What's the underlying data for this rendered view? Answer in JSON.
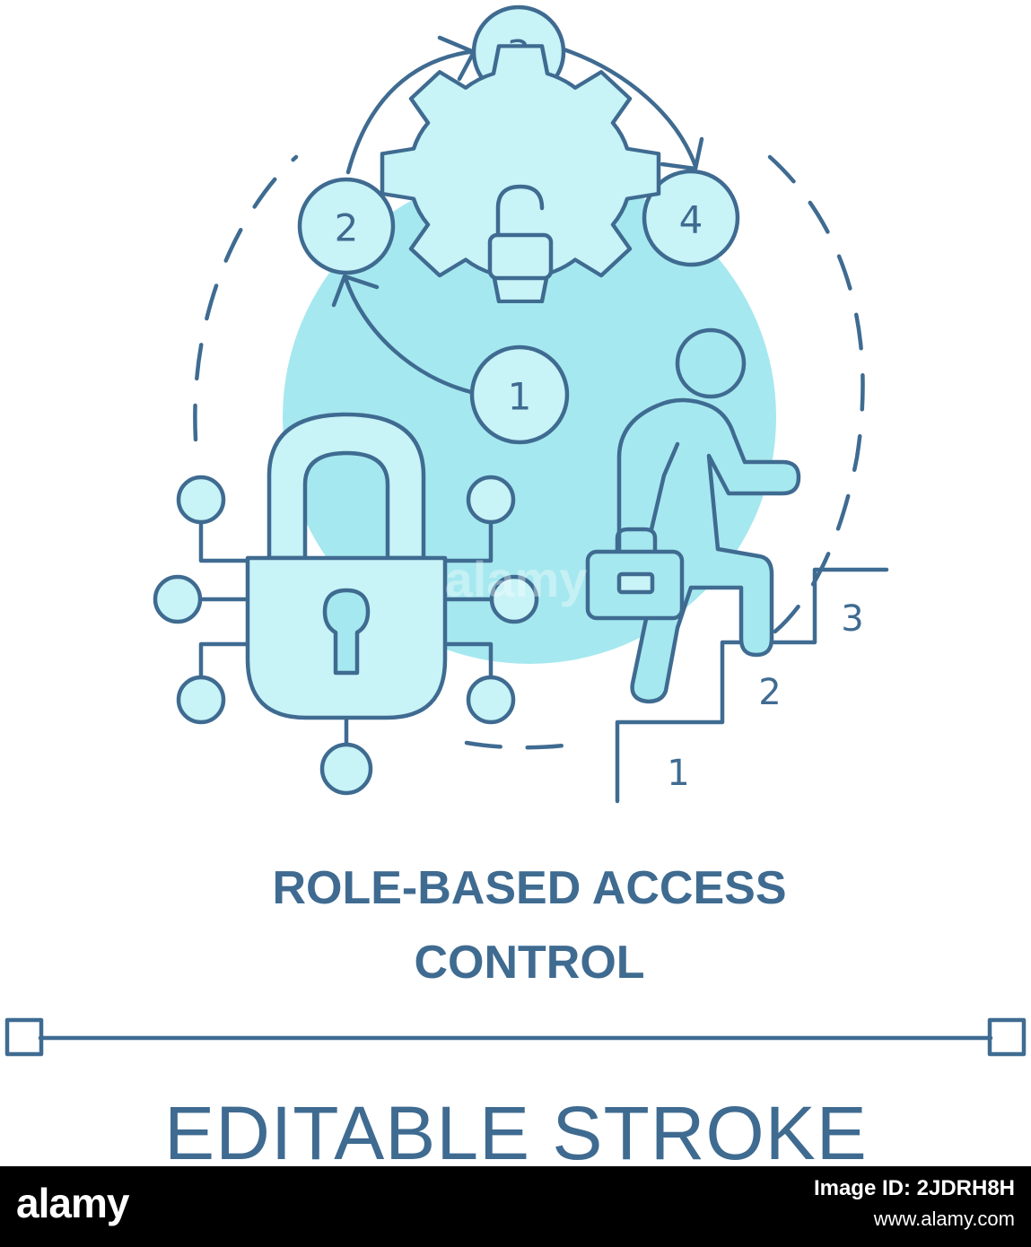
{
  "illustration": {
    "flow_steps": [
      "1",
      "2",
      "3",
      "4"
    ],
    "stair_steps": [
      "1",
      "2",
      "3"
    ],
    "watermark_text": "alamy"
  },
  "title": {
    "line1": "ROLE-BASED ACCESS",
    "line2": "CONTROL"
  },
  "caption": "EDITABLE STROKE",
  "footer": {
    "logo": "alamy",
    "image_id": "Image ID: 2JDRH8H",
    "url": "www.alamy.com"
  },
  "colors": {
    "stroke": "#3f6b91",
    "fill_light": "#c8f3f7",
    "background_circle": "#a6e8ef",
    "footer_bg": "#000000"
  },
  "icons": [
    "gear-lock-icon",
    "padlock-icon",
    "person-climbing-icon",
    "briefcase-icon",
    "stairs-icon"
  ]
}
